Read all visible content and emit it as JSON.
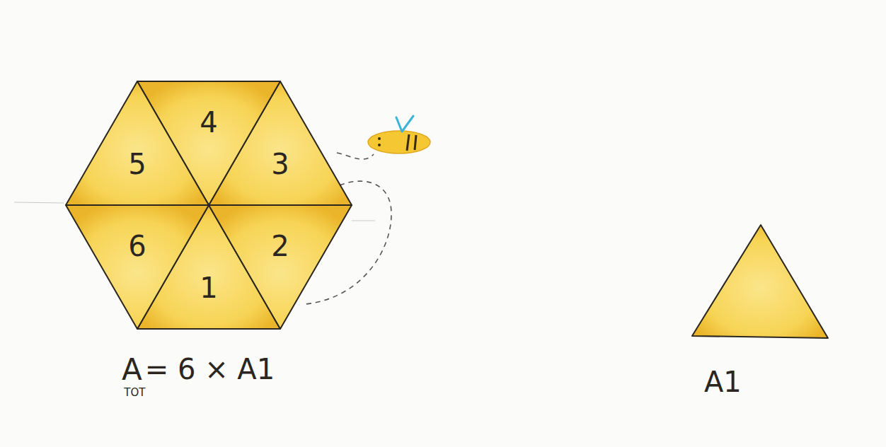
{
  "diagram": {
    "nodes": [
      {
        "text": [
          "1"
        ]
      },
      {
        "text": [
          "2"
        ]
      },
      {
        "text": [
          "3"
        ]
      },
      {
        "text": [
          "4"
        ]
      },
      {
        "text": [
          "5"
        ]
      },
      {
        "text": [
          "6"
        ]
      }
    ],
    "labels": [
      "A",
      "TOT",
      "= 6 × A1",
      "A1"
    ]
  }
}
